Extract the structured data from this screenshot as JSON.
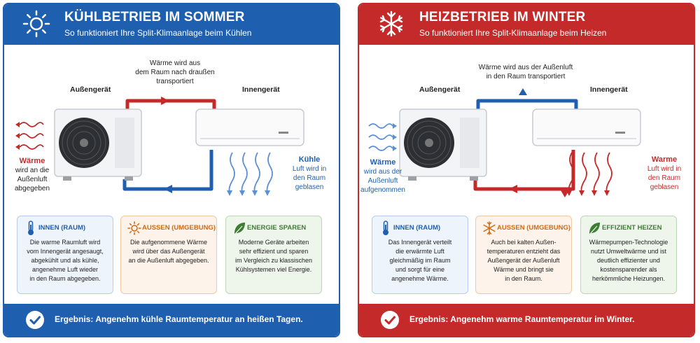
{
  "colors": {
    "cool": "#1f5fb0",
    "warm": "#c42a2a",
    "outdoor_orange": "#d06a14",
    "eco_green": "#3f7d35"
  },
  "cooling": {
    "header": {
      "icon": "sun-icon",
      "title": "KÜHLBETRIEB IM SOMMER",
      "subtitle": "So funktioniert Ihre Split-Klimaanlage beim Kühlen"
    },
    "diagram": {
      "top_label": [
        "Wärme wird aus",
        "dem Raum nach draußen",
        "transportiert"
      ],
      "outdoor_unit_label": "Außengerät",
      "indoor_unit_label": "Innengerät",
      "left_side": {
        "title": "Wärme",
        "lines": [
          "wird an die",
          "Außenluft",
          "abgegeben"
        ]
      },
      "right_side": {
        "title": "Kühle",
        "lines": [
          "Luft wird in",
          "den Raum",
          "geblasen"
        ]
      }
    },
    "cards": [
      {
        "icon": "thermometer-icon",
        "title": "INNEN (RAUM)",
        "lines": [
          "Die warme Raumluft wird",
          "vom Innengerät angesaugt,",
          "abgekühlt und als kühle,",
          "angenehme Luft wieder",
          "in den Raum abgegeben."
        ]
      },
      {
        "icon": "sun-icon",
        "title": "AUSSEN (UMGEBUNG)",
        "lines": [
          "Die aufgenommene Wärme",
          "wird über das Außengerät",
          "an die Außenluft abgegeben."
        ]
      },
      {
        "icon": "leaf-icon",
        "title": "ENERGIE SPAREN",
        "lines": [
          "Moderne Geräte arbeiten",
          "sehr effizient und sparen",
          "im Vergleich zu klassischen",
          "Kühlsystemen viel Energie."
        ]
      }
    ],
    "footer": {
      "icon": "check-icon",
      "text": "Ergebnis: Angenehm kühle Raumtemperatur an heißen Tagen."
    }
  },
  "heating": {
    "header": {
      "icon": "snowflake-icon",
      "title": "HEIZBETRIEB IM WINTER",
      "subtitle": "So funktioniert Ihre Split-Klimaanlage beim Heizen"
    },
    "diagram": {
      "top_label": [
        "Wärme wird aus der Außenluft",
        "in den Raum transportiert"
      ],
      "outdoor_unit_label": "Außengerät",
      "indoor_unit_label": "Innengerät",
      "left_side": {
        "title": "Wärme",
        "lines": [
          "wird aus der",
          "Außenluft",
          "aufgenommen"
        ]
      },
      "right_side": {
        "title": "Warme",
        "lines": [
          "Luft wird in",
          "den Raum",
          "geblasen"
        ]
      }
    },
    "cards": [
      {
        "icon": "thermometer-icon",
        "title": "INNEN (RAUM)",
        "lines": [
          "Das Innengerät verteilt",
          "die erwärmte Luft",
          "gleichmäßig im Raum",
          "und sorgt für eine",
          "angenehme Wärme."
        ]
      },
      {
        "icon": "snowflake-icon",
        "title": "AUSSEN (UMGEBUNG)",
        "lines": [
          "Auch bei kalten Außen-",
          "temperaturen entzieht das",
          "Außengerät der Außenluft",
          "Wärme und bringt sie",
          "in den Raum."
        ]
      },
      {
        "icon": "leaf-icon",
        "title": "EFFIZIENT HEIZEN",
        "lines": [
          "Wärmepumpen-Technologie",
          "nutzt Umweltwärme und ist",
          "deutlich effizienter und",
          "kostensparender als",
          "herkömmliche Heizungen."
        ]
      }
    ],
    "footer": {
      "icon": "check-icon",
      "text": "Ergebnis: Angenehm warme Raumtemperatur im Winter."
    }
  }
}
